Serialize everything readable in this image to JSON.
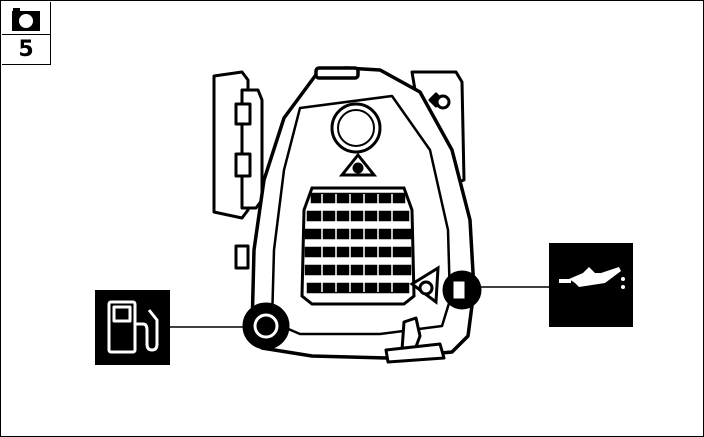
{
  "figure": {
    "number": "5",
    "icon": "camera-icon"
  },
  "callouts": [
    {
      "name": "fuel-pump-icon",
      "meaning": "fuel"
    },
    {
      "name": "oil-can-icon",
      "meaning": "oil"
    }
  ],
  "colors": {
    "line": "#000000",
    "background": "#ffffff"
  }
}
